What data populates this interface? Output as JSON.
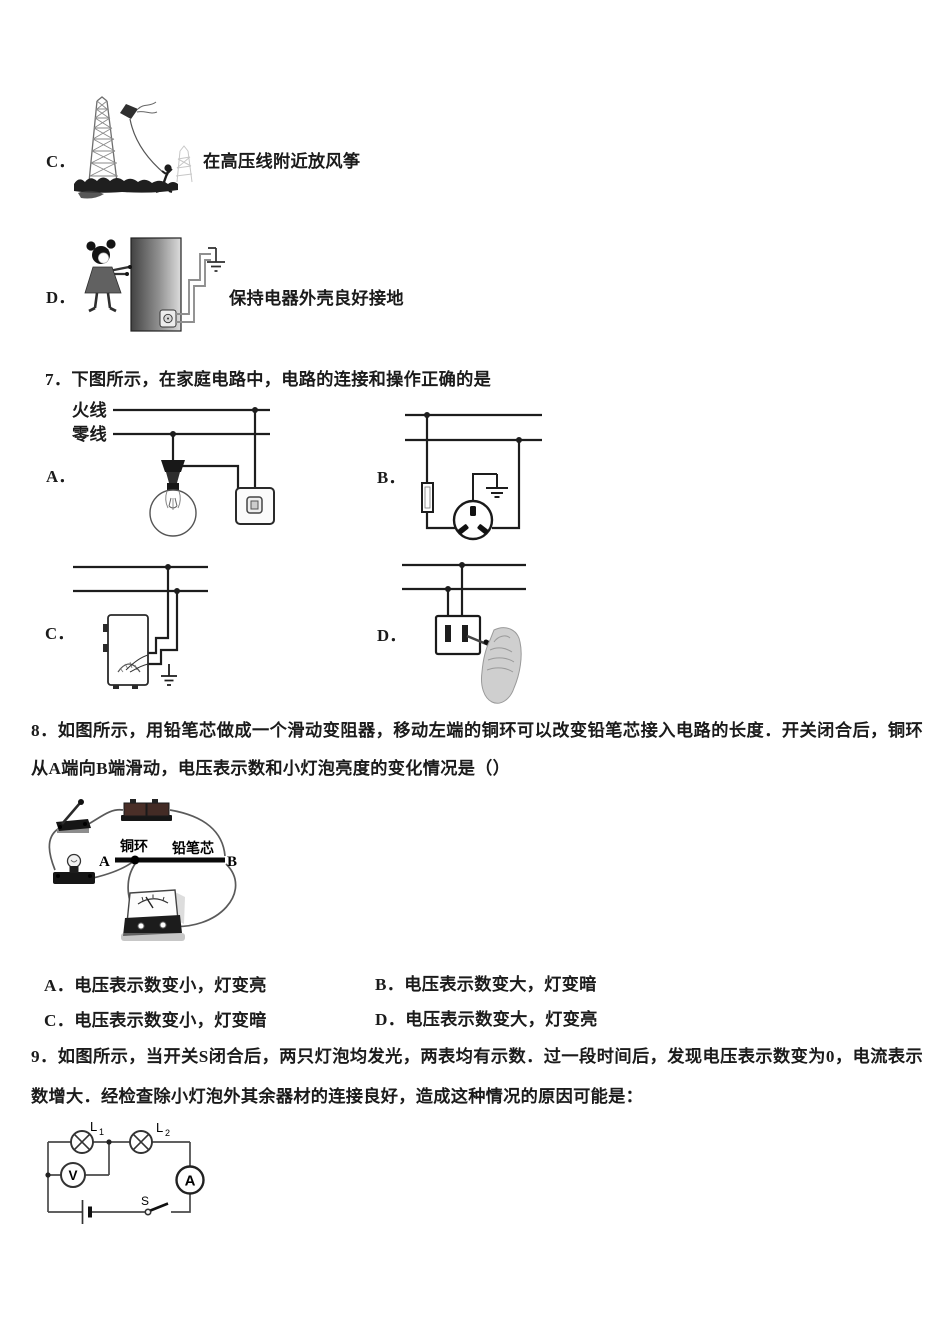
{
  "q6": {
    "c_label": "C．",
    "c_caption": "在高压线附近放风筝",
    "d_label": "D．",
    "d_caption": "保持电器外壳良好接地"
  },
  "q7": {
    "number": "7．",
    "stem": "下图所示，在家庭电路中，电路的连接和操作正确的是",
    "fig": {
      "live": "火线",
      "neutral": "零线"
    },
    "opt_a": "A．",
    "opt_b": "B．",
    "opt_c": "C．",
    "opt_d": "D．"
  },
  "q8": {
    "number": "8．",
    "stem_line1": "如图所示，用铅笔芯做成一个滑动变阻器，移动左端的铜环可以改变铅笔芯接入电路的长度．开关闭合后，铜环",
    "stem_line2": "从A端向B端滑动，电压表示数和小灯泡亮度的变化情况是（）",
    "fig": {
      "ring": "铜环",
      "lead": "铅笔芯",
      "end_a": "A",
      "end_b": "B"
    },
    "options": [
      {
        "label": "A．",
        "text": "电压表示数变小，灯变亮"
      },
      {
        "label": "B．",
        "text": "电压表示数变大，灯变暗"
      },
      {
        "label": "C．",
        "text": "电压表示数变小，灯变暗"
      },
      {
        "label": "D．",
        "text": "电压表示数变大，灯变亮"
      }
    ]
  },
  "q9": {
    "number": "9．",
    "stem_line1": "如图所示，当开关S闭合后，两只灯泡均发光，两表均有示数．过一段时间后，发现电压表示数变为0，电流表示",
    "stem_line2": "数增大．经检查除小灯泡外其余器材的连接良好，造成这种情况的原因可能是：",
    "fig": {
      "lamp": "L",
      "lamp1_sub": "1",
      "lamp2_sub": "2",
      "voltmeter": "V",
      "ammeter": "A",
      "switch": "S"
    }
  }
}
